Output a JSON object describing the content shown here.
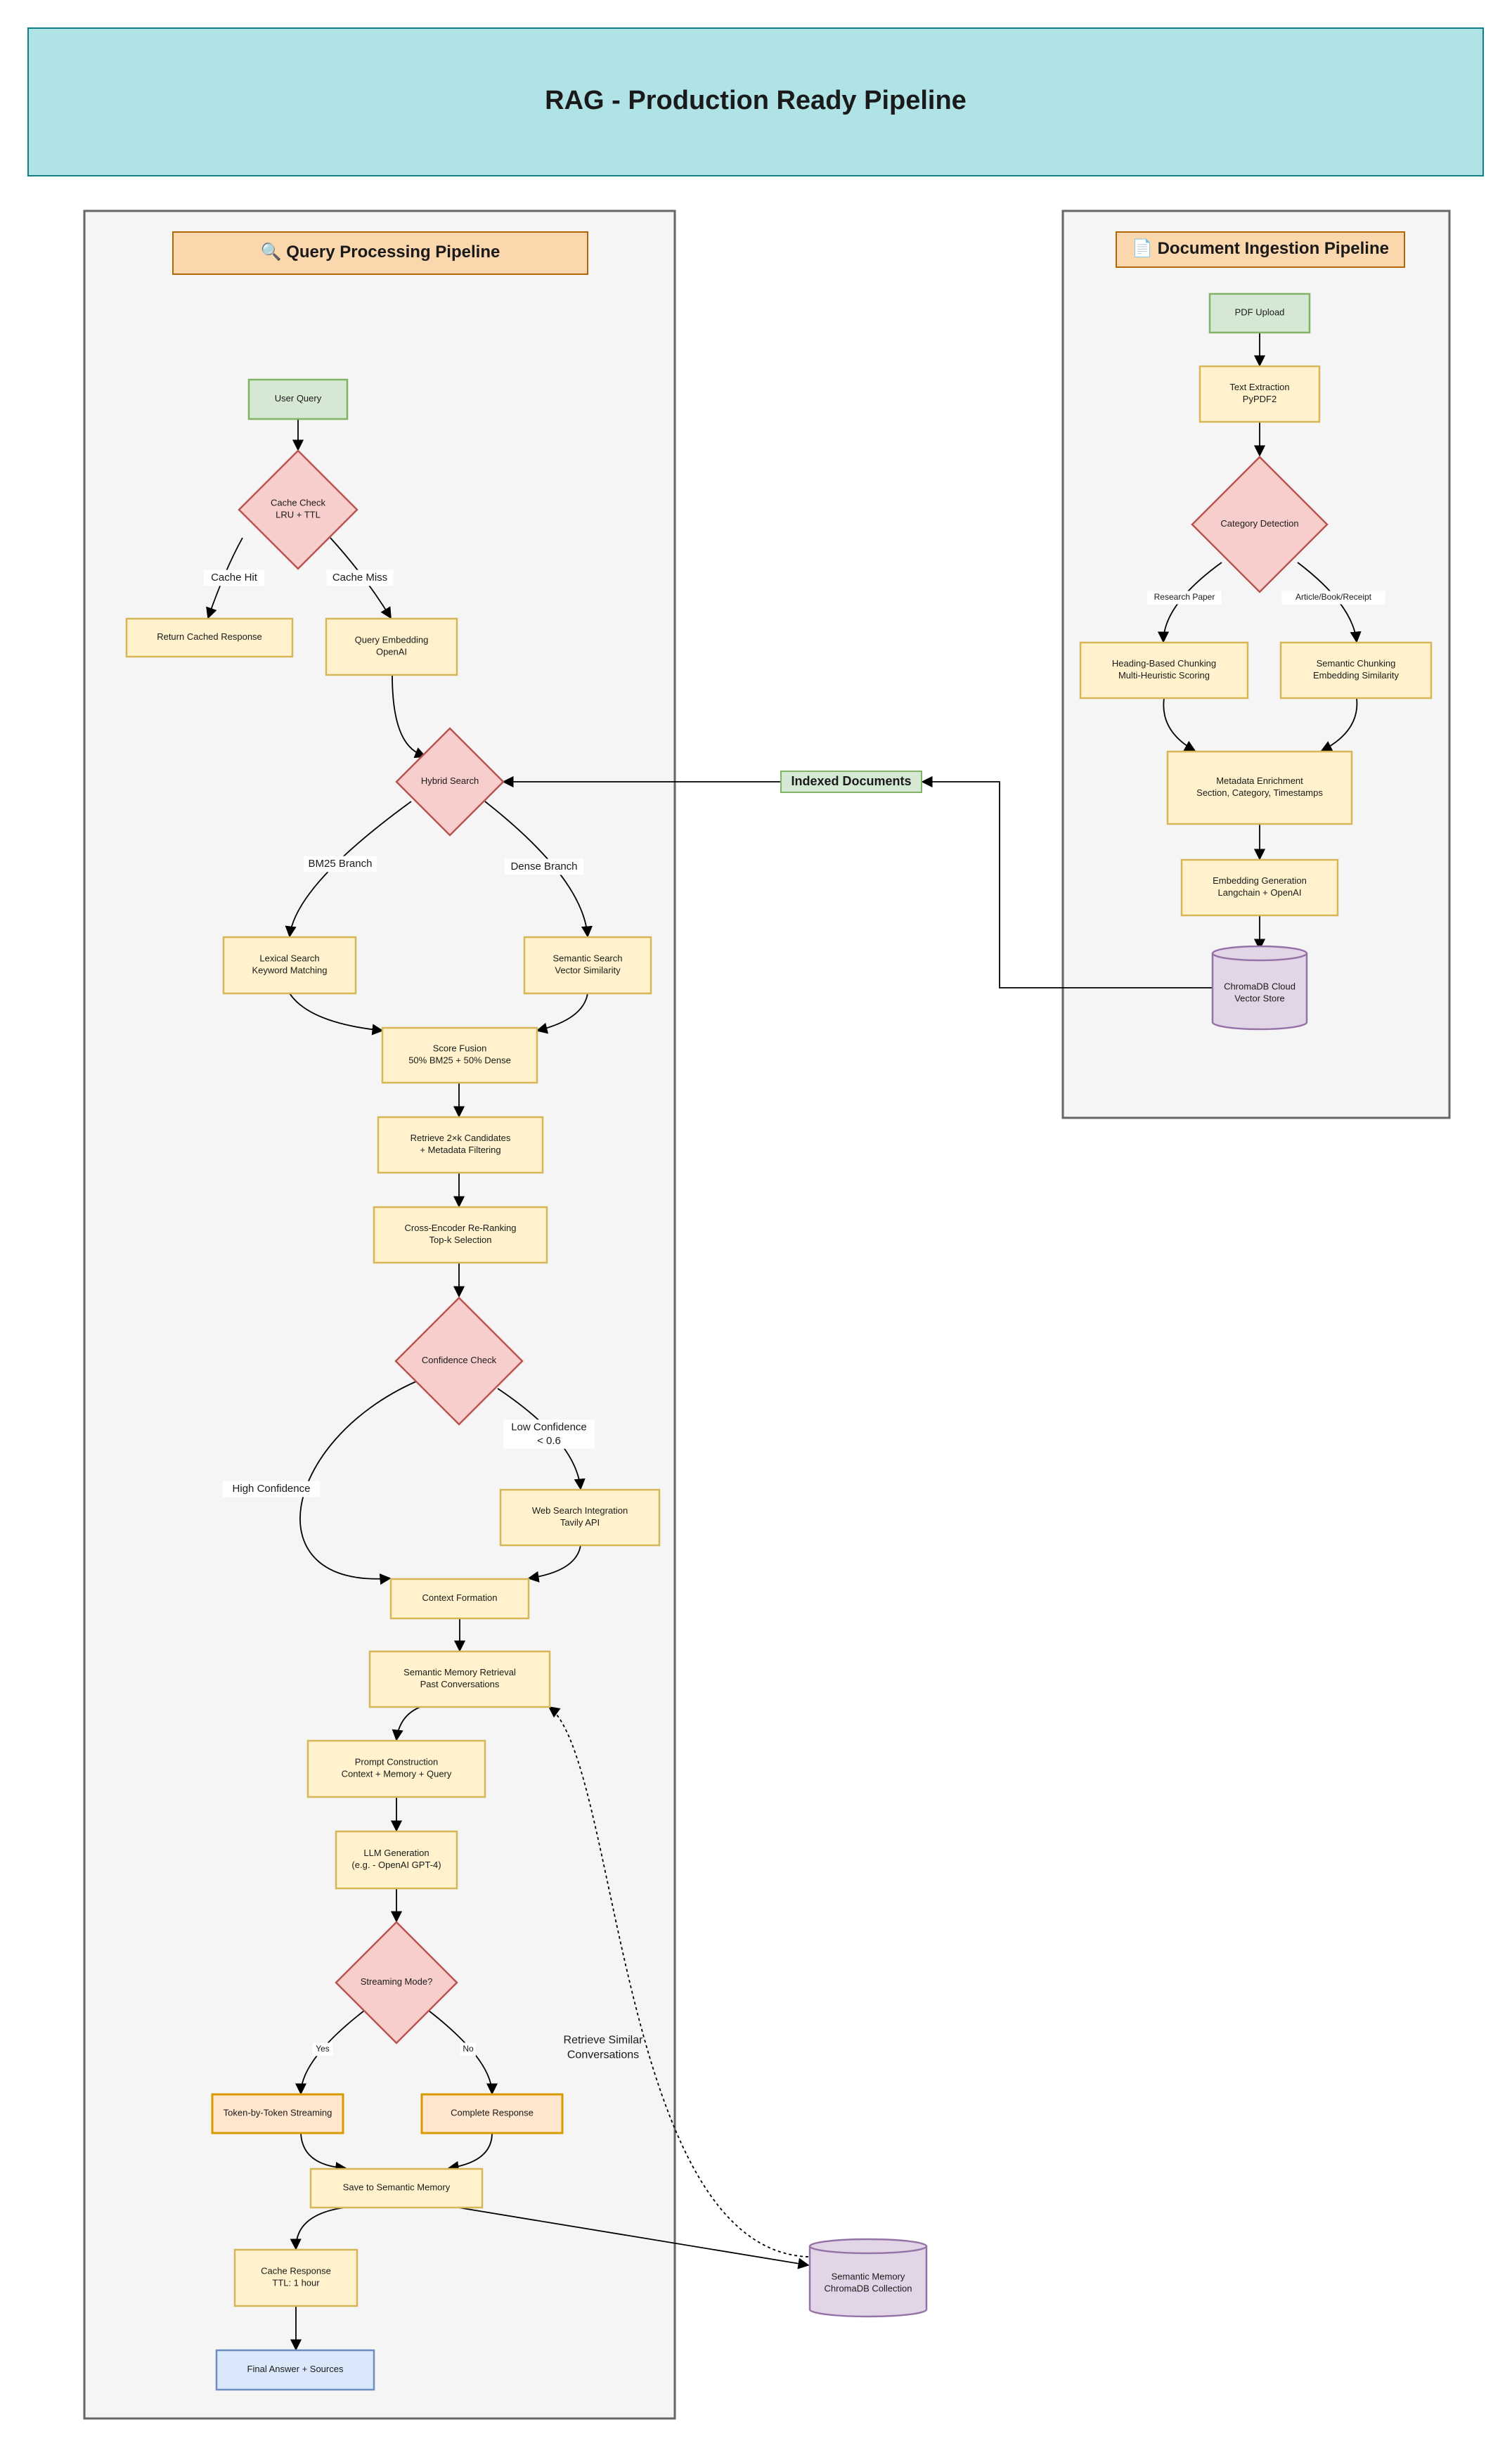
{
  "title": "RAG - Production Ready Pipeline",
  "colors": {
    "title_fill": "#b0e3e6",
    "title_stroke": "#0e8088",
    "panel_fill": "#f5f5f5",
    "panel_stroke": "#666666",
    "header_fill": "#fad7ac",
    "header_stroke": "#b46504",
    "process_fill": "#fff2cc",
    "process_stroke": "#d6b656",
    "decision_fill": "#f8cecc",
    "decision_stroke": "#b85450",
    "start_fill": "#d5e8d4",
    "start_stroke": "#82b366",
    "end_fill": "#dae8fc",
    "end_stroke": "#6c8ebf",
    "db_fill": "#e1d5e7",
    "db_stroke": "#9673a6",
    "stream_fill": "#ffe6cc",
    "stream_stroke": "#d79b00"
  },
  "query_pipeline": {
    "header": "🔍 Query Processing Pipeline",
    "nodes": {
      "user_query": "User Query",
      "cache_check": [
        "Cache Check",
        "LRU + TTL"
      ],
      "return_cached": "Return Cached Response",
      "query_embedding": [
        "Query Embedding",
        "OpenAI"
      ],
      "hybrid_search": "Hybrid Search",
      "lexical_search": [
        "Lexical Search",
        "Keyword Matching"
      ],
      "semantic_search": [
        "Semantic Search",
        "Vector Similarity"
      ],
      "score_fusion": [
        "Score Fusion",
        "50% BM25 + 50% Dense"
      ],
      "retrieve_candidates": [
        "Retrieve 2×k Candidates",
        "+ Metadata Filtering"
      ],
      "reranking": [
        "Cross-Encoder Re-Ranking",
        "Top-k Selection"
      ],
      "confidence_check": "Confidence Check",
      "web_search": [
        "Web Search Integration",
        "Tavily API"
      ],
      "context_formation": "Context Formation",
      "memory_retrieval": [
        "Semantic Memory Retrieval",
        "Past Conversations"
      ],
      "prompt_construction": [
        "Prompt Construction",
        "Context + Memory + Query"
      ],
      "llm_generation": [
        "LLM Generation",
        "(e.g. - OpenAI GPT-4)"
      ],
      "streaming_mode": "Streaming Mode?",
      "token_streaming": "Token-by-Token Streaming",
      "complete_response": "Complete Response",
      "save_memory": "Save to Semantic Memory",
      "cache_response": [
        "Cache Response",
        "TTL: 1 hour"
      ],
      "final_answer": "Final Answer + Sources"
    },
    "edge_labels": {
      "cache_hit": "Cache Hit",
      "cache_miss": "Cache Miss",
      "bm25_branch": "BM25 Branch",
      "dense_branch": "Dense Branch",
      "high_confidence": "High Confidence",
      "low_confidence": [
        "Low Confidence",
        "&lt; 0.6"
      ],
      "yes": "Yes",
      "no": "No",
      "retrieve_similar": [
        "Retrieve Similar",
        "Conversations"
      ]
    }
  },
  "ingestion_pipeline": {
    "header": "📄 Document Ingestion Pipeline",
    "nodes": {
      "pdf_upload": "PDF Upload",
      "text_extraction": [
        "Text Extraction",
        "PyPDF2"
      ],
      "category_detection": "Category Detection",
      "heading_chunking": [
        "Heading-Based Chunking",
        "Multi-Heuristic Scoring"
      ],
      "semantic_chunking": [
        "Semantic Chunking",
        "Embedding Similarity"
      ],
      "metadata_enrichment": [
        "Metadata Enrichment",
        "Section, Category, Timestamps"
      ],
      "embedding_generation": [
        "Embedding Generation",
        "Langchain + OpenAI"
      ],
      "chromadb_cloud": [
        "ChromaDB Cloud",
        "Vector Store"
      ]
    },
    "edge_labels": {
      "research_paper": "Research Paper",
      "article_book_receipt": "Article/Book/Receipt"
    }
  },
  "indexed_documents": "Indexed Documents",
  "semantic_memory_db": [
    "Semantic Memory",
    "ChromaDB Collection"
  ]
}
